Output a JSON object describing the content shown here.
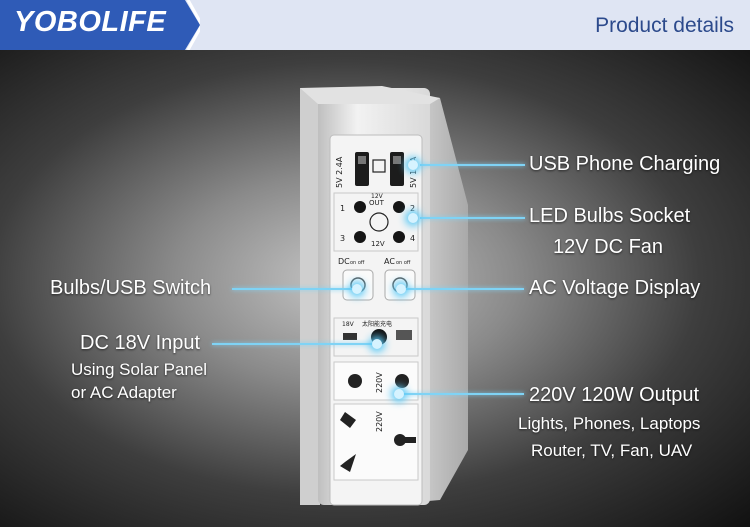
{
  "header": {
    "brand": "YOBOLIFE",
    "title": "Product details",
    "colors": {
      "brand_bg": "#2f5bb7",
      "header_bg": "#dfe5f3",
      "title": "#2c4a8c",
      "callout_line": "#7fd3f5"
    }
  },
  "device": {
    "usb_left": "5V 2.4A",
    "usb_right": "5V 1.0A",
    "out_top": "12V",
    "out_label": "OUT",
    "out_bottom": "12V",
    "port_numbers": [
      "1",
      "2",
      "3",
      "4"
    ],
    "dc_switch": "DC",
    "ac_switch": "AC",
    "switch_state": "on off",
    "input_voltage": "18V",
    "input_label": "太阳能充电",
    "socket_voltage_1": "220V",
    "socket_voltage_2": "220V"
  },
  "callouts": {
    "usb": "USB Phone Charging",
    "led": "LED Bulbs Socket",
    "fan": "12V DC Fan",
    "switch": "Bulbs/USB Switch",
    "ac_display": "AC Voltage Display",
    "dc_input": "DC 18V Input",
    "solar": "Using Solar Panel",
    "adapter": "or AC Adapter",
    "output": "220V 120W Output",
    "output_devices_1": "Lights, Phones, Laptops",
    "output_devices_2": "Router, TV, Fan, UAV"
  }
}
